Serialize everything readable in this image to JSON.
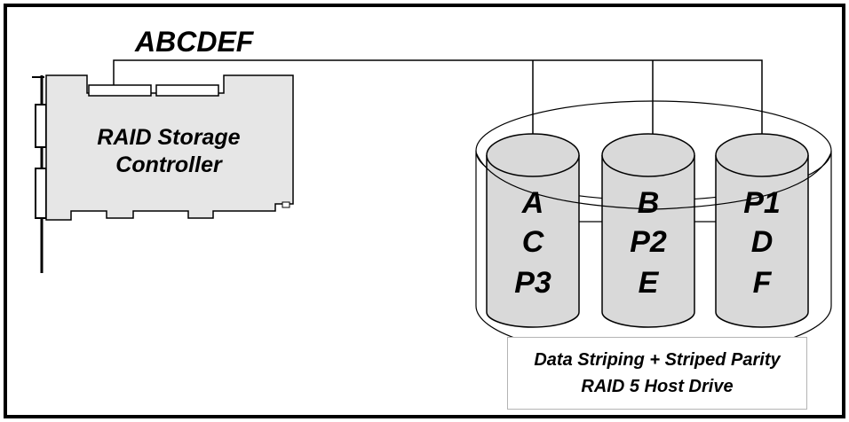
{
  "bus_label": "ABCDEF",
  "controller": {
    "line1": "RAID Storage",
    "line2": "Controller"
  },
  "drives": [
    {
      "blocks": [
        "A",
        "C",
        "P3"
      ]
    },
    {
      "blocks": [
        "B",
        "P2",
        "E"
      ]
    },
    {
      "blocks": [
        "P1",
        "D",
        "F"
      ]
    }
  ],
  "caption": {
    "line1": "Data Striping + Striped Parity",
    "line2": "RAID 5 Host Drive"
  },
  "colors": {
    "drive_fill": "#d9d9d9",
    "card_fill": "#e6e6e6",
    "line": "#000000",
    "caption_border": "#b4b4b4"
  }
}
